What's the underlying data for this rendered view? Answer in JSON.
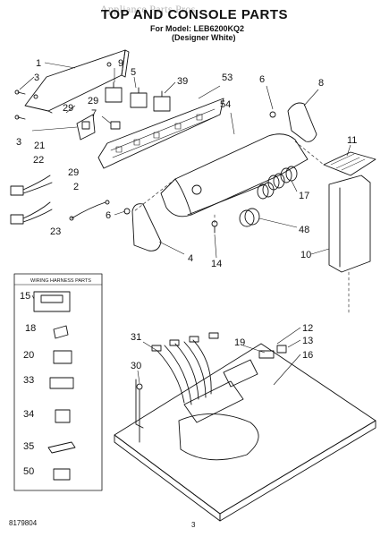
{
  "header": {
    "title": "TOP AND CONSOLE PARTS",
    "model_line": "For Model: LEB6200KQ2",
    "color_line": "(Designer White)",
    "watermark": "Appliance Parts Pros"
  },
  "wiring_box": {
    "title": "WIRING HARNESS PARTS",
    "items": [
      "15",
      "18",
      "20",
      "33",
      "34",
      "35",
      "50"
    ]
  },
  "callouts": {
    "c1": "1",
    "c3a": "3",
    "c29a": "29",
    "c3b": "3",
    "c21": "21",
    "c22": "22",
    "c29b": "29",
    "c2": "2",
    "c23": "23",
    "c9": "9",
    "c5": "5",
    "c39": "39",
    "c7": "7",
    "c29c": "29",
    "c53": "53",
    "c54": "54",
    "c6a": "6",
    "c8": "8",
    "c11": "11",
    "c17": "17",
    "c6b": "6",
    "c48": "48",
    "c4": "4",
    "c14": "14",
    "c10": "10",
    "c12": "12",
    "c13": "13",
    "c16": "16",
    "c19": "19",
    "c31": "31",
    "c30": "30"
  },
  "footer": {
    "doc_number": "8179804",
    "page_number": "3"
  }
}
